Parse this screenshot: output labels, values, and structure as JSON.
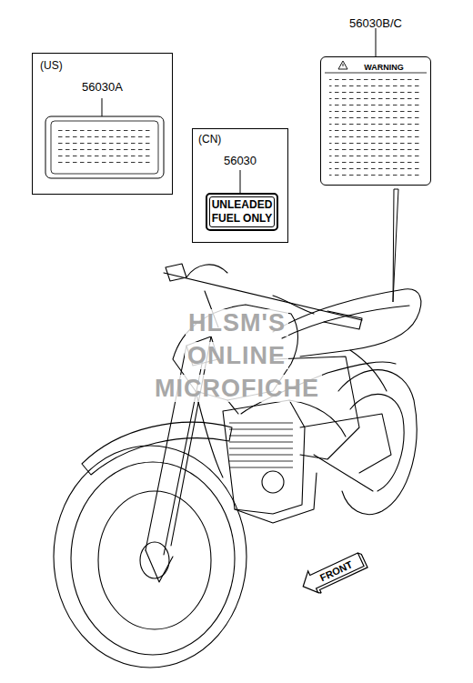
{
  "diagram": {
    "nodes": [
      {
        "text": [
          "(US)",
          "56030A"
        ]
      },
      {
        "text": [
          "(CN)",
          "56030"
        ]
      },
      {
        "text": [
          "UNLEADED FUEL ONLY"
        ],
        "in": 1
      },
      {
        "text": [
          "56030B/C",
          "WARNING"
        ]
      },
      {
        "text": [
          "FRONT"
        ]
      }
    ],
    "labels": [
      "HLSM'S",
      "ONLINE",
      "MICROFICHE"
    ]
  }
}
